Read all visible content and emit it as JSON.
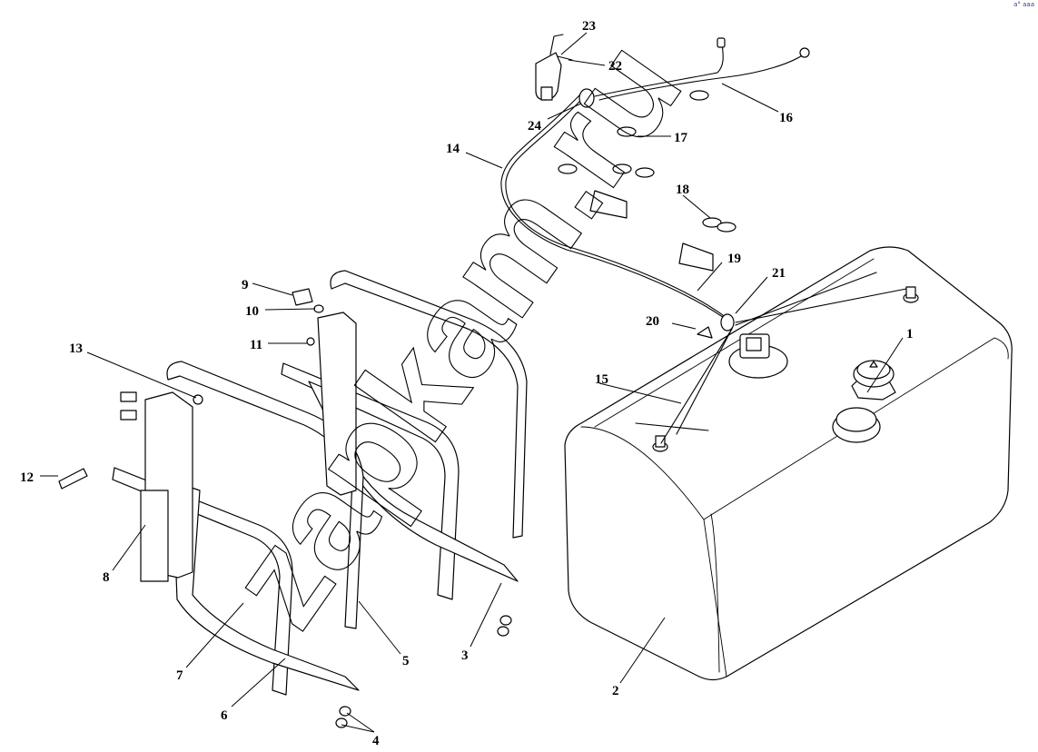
{
  "diagram": {
    "callouts": [
      {
        "id": "1",
        "label": "1"
      },
      {
        "id": "2",
        "label": "2"
      },
      {
        "id": "3",
        "label": "3"
      },
      {
        "id": "4",
        "label": "4"
      },
      {
        "id": "5",
        "label": "5"
      },
      {
        "id": "6",
        "label": "6"
      },
      {
        "id": "7",
        "label": "7"
      },
      {
        "id": "8",
        "label": "8"
      },
      {
        "id": "9",
        "label": "9"
      },
      {
        "id": "10",
        "label": "10"
      },
      {
        "id": "11",
        "label": "11"
      },
      {
        "id": "12",
        "label": "12"
      },
      {
        "id": "13",
        "label": "13"
      },
      {
        "id": "14",
        "label": "14"
      },
      {
        "id": "15",
        "label": "15"
      },
      {
        "id": "16",
        "label": "16"
      },
      {
        "id": "17",
        "label": "17"
      },
      {
        "id": "18",
        "label": "18"
      },
      {
        "id": "19",
        "label": "19"
      },
      {
        "id": "20",
        "label": "20"
      },
      {
        "id": "21",
        "label": "21"
      },
      {
        "id": "22",
        "label": "22"
      },
      {
        "id": "23",
        "label": "23"
      },
      {
        "id": "24",
        "label": "24"
      }
    ],
    "watermark": "zapkam.ru",
    "corner_mark": "a° aaa"
  }
}
